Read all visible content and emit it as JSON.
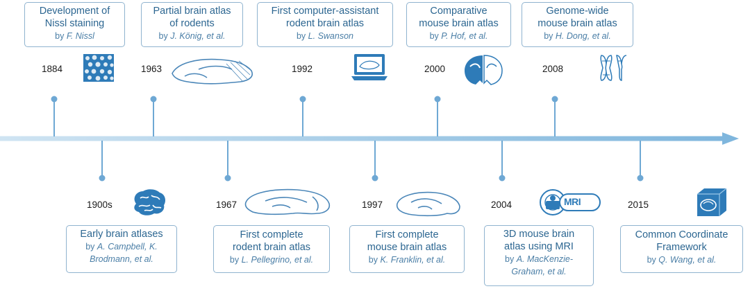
{
  "colors": {
    "axis": "#8fc0e0",
    "connector": "#6ea8d4",
    "box_border": "#8fb3cf",
    "title_text": "#2c6691",
    "author_text": "#4a7ea6",
    "icon_blue": "#2e7bb8"
  },
  "events": [
    {
      "year": "1884",
      "title": [
        "Development of",
        "Nissl staining"
      ],
      "by": "by ",
      "authors": "F. Nissl",
      "author_lines": [],
      "icon": "nissl-texture-icon"
    },
    {
      "year": "1900s",
      "title": [
        "Early brain atlases"
      ],
      "by": "",
      "authors": "",
      "author_lines": [
        {
          "by": "by ",
          "italic": "A. Campbell, K."
        },
        {
          "by": "",
          "italic": "Brodmann, et al."
        }
      ],
      "icon": "brain-icon"
    },
    {
      "year": "1963",
      "title": [
        "Partial brain atlas",
        "of rodents"
      ],
      "by": "by ",
      "authors": "J. König, et al.",
      "author_lines": [],
      "icon": "rodent-brain-sketch-icon"
    },
    {
      "year": "1967",
      "title": [
        "First complete",
        "rodent brain atlas"
      ],
      "by": "by ",
      "authors": "L. Pellegrino, et al.",
      "author_lines": [],
      "icon": "rat-brain-icon"
    },
    {
      "year": "1992",
      "title": [
        "First computer-assistant",
        "rodent brain atlas"
      ],
      "by": "by ",
      "authors": "L. Swanson",
      "author_lines": [],
      "icon": "laptop-icon"
    },
    {
      "year": "1997",
      "title": [
        "First complete",
        "mouse brain atlas"
      ],
      "by": "by ",
      "authors": "K. Franklin, et al.",
      "author_lines": [],
      "icon": "mouse-brain-icon"
    },
    {
      "year": "2000",
      "title": [
        "Comparative",
        "mouse brain atlas"
      ],
      "by": "by ",
      "authors": "P. Hof, et al.",
      "author_lines": [],
      "icon": "brain-section-icon"
    },
    {
      "year": "2004",
      "title": [
        "3D mouse brain",
        "atlas using MRI"
      ],
      "by": "",
      "authors": "",
      "author_lines": [
        {
          "by": "by ",
          "italic": "A. MacKenzie-"
        },
        {
          "by": "",
          "italic": "Graham, et al."
        }
      ],
      "icon": "mri-scanner-icon",
      "icon_label": "MRI"
    },
    {
      "year": "2008",
      "title": [
        "Genome-wide",
        "mouse brain atlas"
      ],
      "by": "by ",
      "authors": "H. Dong, et al.",
      "author_lines": [],
      "icon": "chromosome-icon"
    },
    {
      "year": "2015",
      "title": [
        "Common Coordinate",
        "Framework"
      ],
      "by": "by ",
      "authors": "Q. Wang, et al.",
      "author_lines": [],
      "icon": "3d-cube-brain-icon"
    }
  ]
}
